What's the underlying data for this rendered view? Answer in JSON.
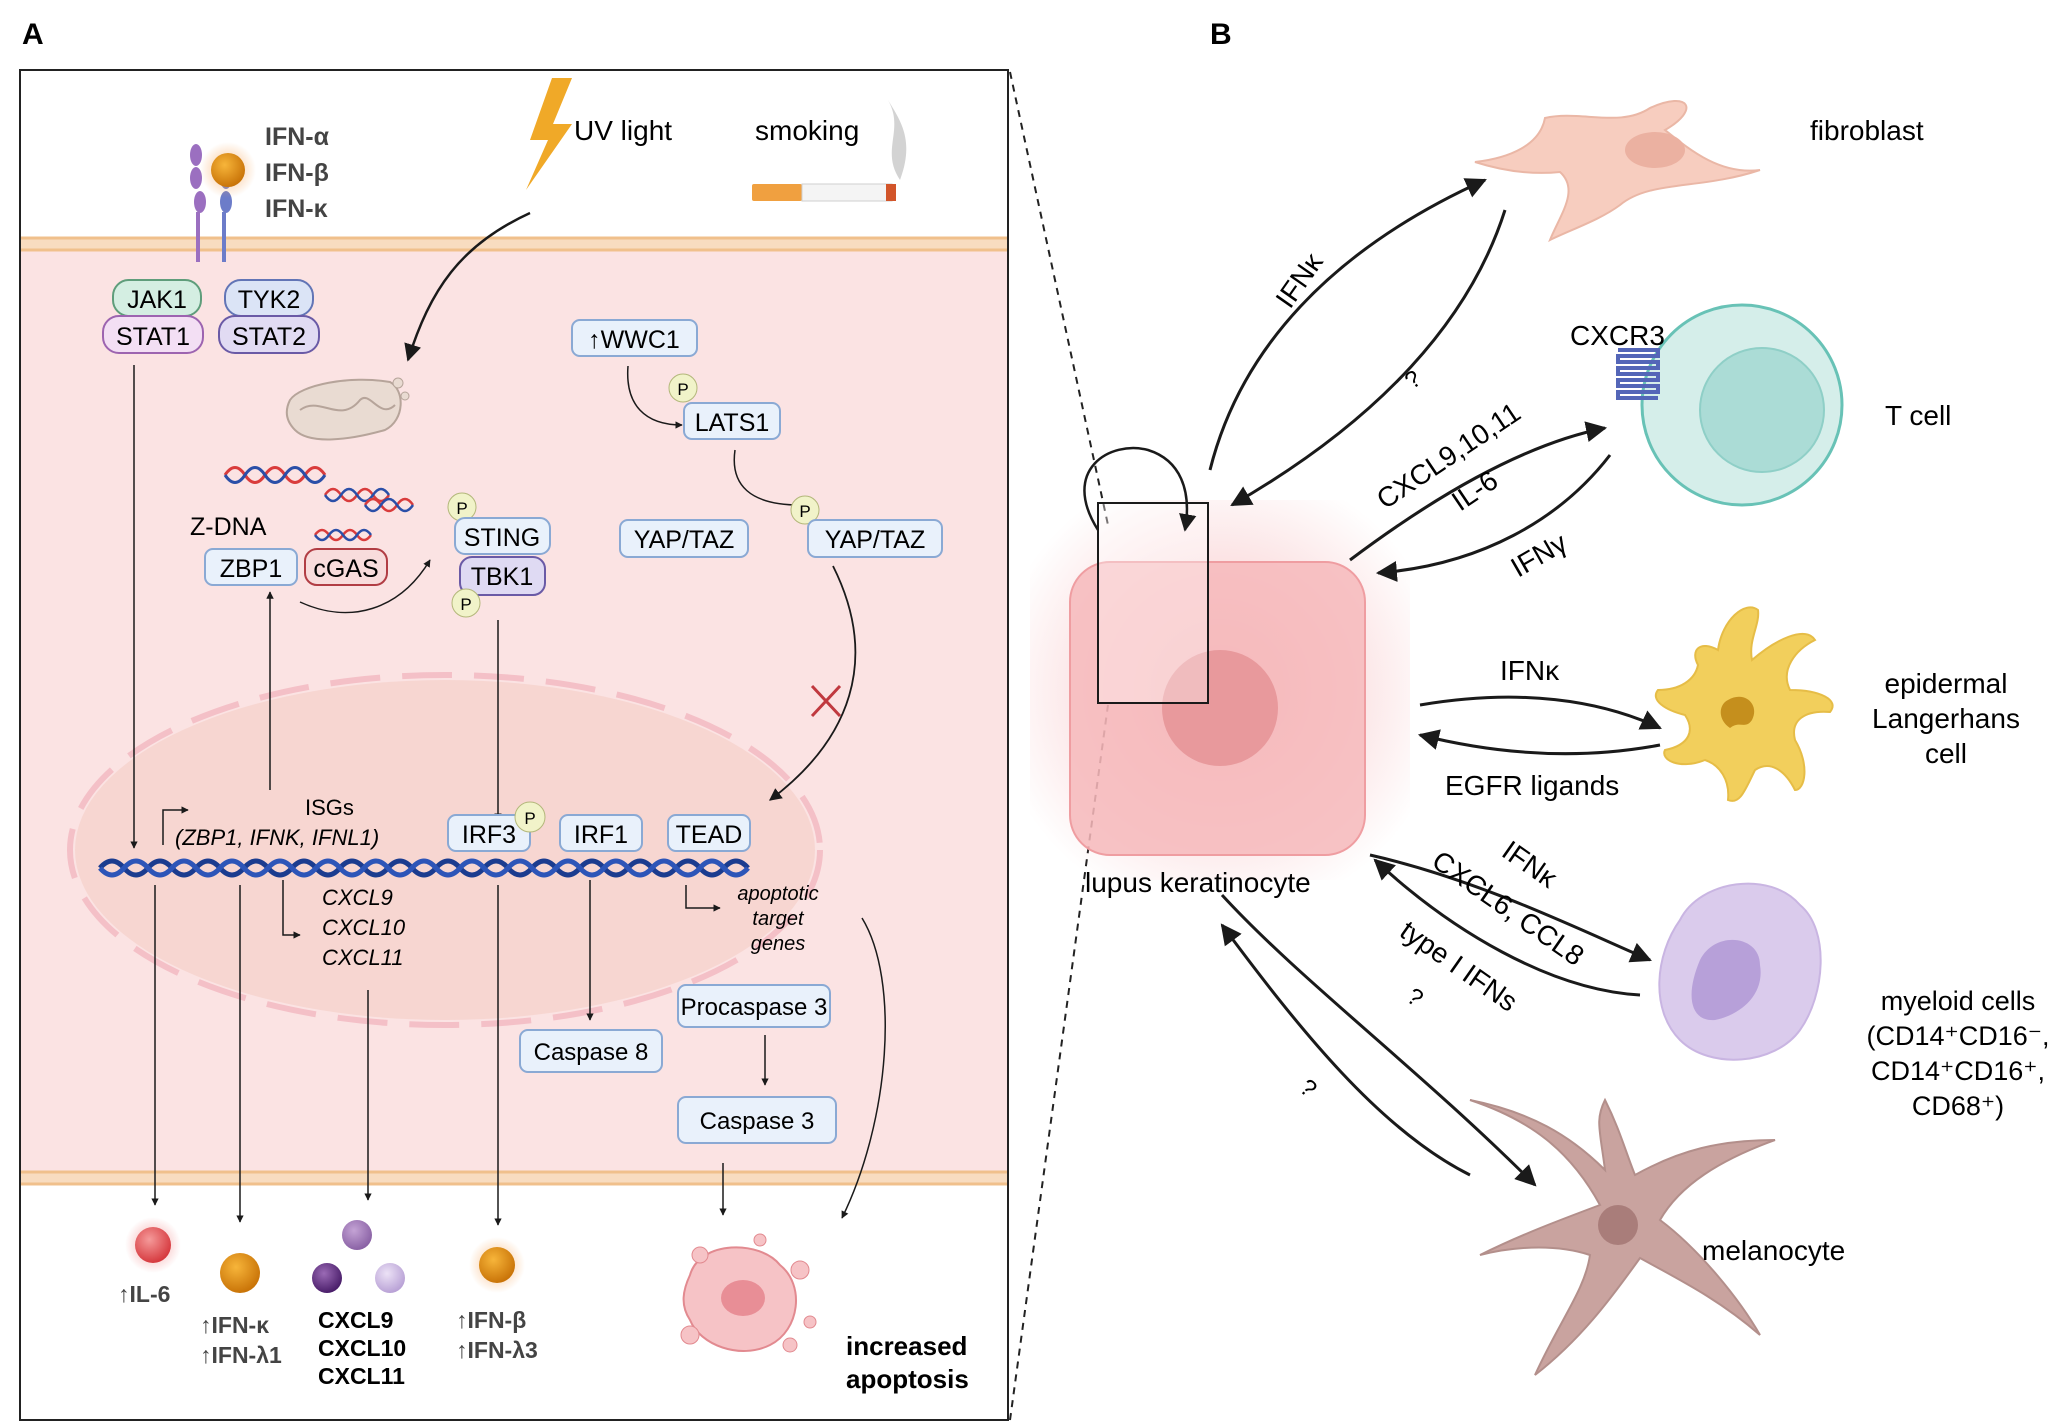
{
  "panel_a": {
    "letter": "A",
    "ifn_alpha": "IFN-α",
    "ifn_beta": "IFN-β",
    "ifn_kappa": "IFN-κ",
    "uv": "UV light",
    "smoking": "smoking",
    "jak1": "JAK1",
    "tyk2": "TYK2",
    "stat1": "STAT1",
    "stat2": "STAT2",
    "wwc1": "↑WWC1",
    "p": "P",
    "lats1": "LATS1",
    "yaptaz": "YAP/TAZ",
    "zdna": "Z-DNA",
    "zbp1": "ZBP1",
    "cgas": "cGAS",
    "sting": "STING",
    "tbk1": "TBK1",
    "isgs": "ISGs",
    "isg_genes": "(ZBP1, IFNK, IFNL1)",
    "irf3": "IRF3",
    "irf1": "IRF1",
    "tead": "TEAD",
    "cxcl9": "CXCL9",
    "cxcl10": "CXCL10",
    "cxcl11": "CXCL11",
    "apop1": "apoptotic",
    "apop2": "target",
    "apop3": "genes",
    "procasp3": "Procaspase 3",
    "casp8": "Caspase 8",
    "casp3": "Caspase 3",
    "il6": "↑IL-6",
    "ifnk_out": "↑IFN-κ",
    "ifnl1_out": "↑IFN-λ1",
    "cx9_out": "CXCL9",
    "cx10_out": "CXCL10",
    "cx11_out": "CXCL11",
    "ifnb_out": "↑IFN-β",
    "ifnl3_out": "↑IFN-λ3",
    "incr1": "increased",
    "incr2": "apoptosis"
  },
  "panel_b": {
    "letter": "B",
    "keratinocyte": "lupus keratinocyte",
    "fibroblast": "fibroblast",
    "ifnk_fib": "IFNκ",
    "q_fib": "?",
    "cxcr3": "CXCR3",
    "tcell": "T cell",
    "cxcl_t": "CXCL9,10,11",
    "il6_t": "IL-6",
    "ifng": "IFNγ",
    "ifnk_lc": "IFNκ",
    "egfr": "EGFR ligands",
    "lc1": "epidermal",
    "lc2": "Langerhans",
    "lc3": "cell",
    "ifnk_my": "IFNκ",
    "cxcl6": "CXCL6, CCL8",
    "type1": "type I IFNs",
    "q_mel1": "?",
    "q_mel2": "?",
    "my1": "myeloid cells",
    "my2": "(CD14⁺CD16⁻,",
    "my3": "CD14⁺CD16⁺,",
    "my4": "CD68⁺)",
    "melanocyte": "melanocyte"
  },
  "colors": {
    "cytoplasm": "#fbe3e3",
    "membrane": "#f1c89c",
    "keratinocyte": "#f6b9bb",
    "fibroblast": "#f7cdbf",
    "tcell": "#d5eeea",
    "langerhans": "#f2cf5c",
    "myeloid": "#dacbec",
    "melanocyte": "#c9a39f",
    "box_fill": "#e9f1fb",
    "box_stroke": "#8aa9d4",
    "dna": "#1b3c8f"
  }
}
